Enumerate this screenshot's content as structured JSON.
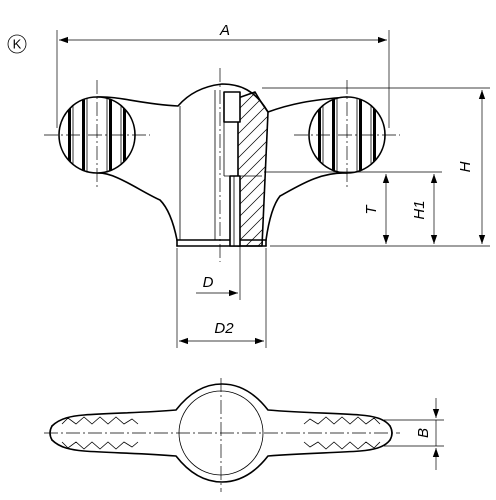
{
  "variant_marker": "K",
  "dimensions": {
    "A": "A",
    "H": "H",
    "H1": "H1",
    "T": "T",
    "D": "D",
    "D2": "D2",
    "B": "B"
  }
}
